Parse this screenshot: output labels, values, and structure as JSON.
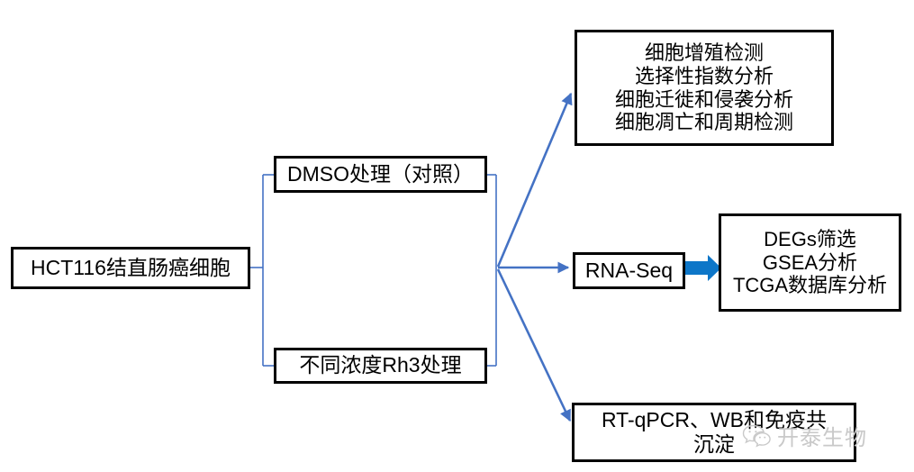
{
  "diagram": {
    "title": "HCT116 Rh3 experimental workflow",
    "colors": {
      "box_border": "#000000",
      "box_fill": "#ffffff",
      "connector_blue": "#4472c4",
      "block_arrow_blue": "#0d76c8",
      "text": "#000000",
      "watermark_gray": "#c9c9c9"
    },
    "nodes": {
      "source": {
        "name": "cell-line",
        "lines": [
          "HCT116结直肠癌细胞"
        ]
      },
      "control": {
        "name": "dmso-control",
        "lines": [
          "DMSO处理（对照）"
        ]
      },
      "treatment": {
        "name": "rh3-treatment",
        "lines": [
          "不同浓度Rh3处理"
        ]
      },
      "assays": {
        "name": "phenotype-assays",
        "lines": [
          "细胞增殖检测",
          "选择性指数分析",
          "细胞迁徙和侵袭分析",
          "细胞凋亡和周期检测"
        ]
      },
      "rnaseq": {
        "name": "rna-seq",
        "lines": [
          "RNA-Seq"
        ]
      },
      "bioinformatics": {
        "name": "bioinformatics-analysis",
        "lines": [
          "DEGs筛选",
          "GSEA分析",
          "TCGA数据库分析"
        ]
      },
      "validation": {
        "name": "molecular-validation",
        "lines": [
          "RT-qPCR、WB和免疫共",
          "沉淀"
        ]
      }
    },
    "watermark": {
      "icon": "wechat-icon",
      "text": "开泰生物"
    }
  }
}
